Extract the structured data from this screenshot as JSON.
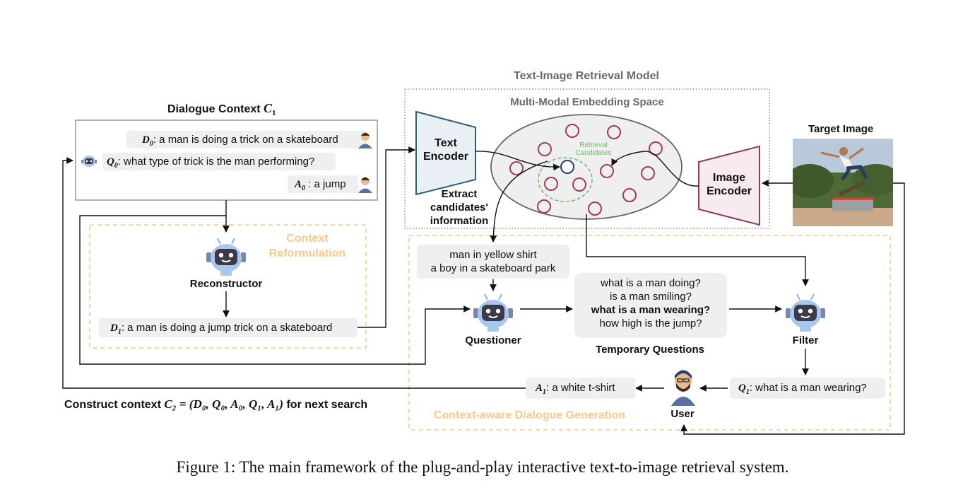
{
  "retrieval_model": {
    "title": "Text-Image Retrieval Model",
    "space_label": "Multi-Modal Embedding Space",
    "text_encoder": "Text\nEncoder",
    "image_encoder": "Image\nEncoder",
    "retrieval_candidates": "Retrieval\nCandidates",
    "extract_label": "Extract\ncandidates'\ninformation"
  },
  "dialogue_context": {
    "title": "Dialogue Context",
    "title_sym": "C",
    "title_sub": "1",
    "d0": {
      "sym": "D",
      "sub": "0",
      "text": ": a man is doing a trick on a skateboard"
    },
    "q0": {
      "sym": "Q",
      "sub": "0",
      "text": ": what type of trick is the man performing?"
    },
    "a0": {
      "sym": "A",
      "sub": "0",
      "text": " : a jump"
    }
  },
  "reformulation": {
    "label": "Context\nReformulation",
    "reconstructor": "Reconstructor",
    "d1": {
      "sym": "D",
      "sub": "1",
      "text": ": a man is doing a jump trick on a skateboard"
    }
  },
  "target_image": {
    "label": "Target Image"
  },
  "generation": {
    "candidates_info": "man in yellow shirt\na boy in a skateboard park",
    "questioner": "Questioner",
    "temporary_questions": [
      {
        "text": "what is a man doing?",
        "bold": false
      },
      {
        "text": "is a man smiling?",
        "bold": false
      },
      {
        "text": "what is a man wearing?",
        "bold": true
      },
      {
        "text": "how high is the jump?",
        "bold": false
      }
    ],
    "temporary_label": "Temporary Questions",
    "filter": "Filter",
    "q1": {
      "sym": "Q",
      "sub": "1",
      "text": ": what is a man wearing?"
    },
    "a1": {
      "sym": "A",
      "sub": "1",
      "text": ":  a white t-shirt"
    },
    "user": "User",
    "label": "Context-aware Dialogue Generation"
  },
  "construct": {
    "prefix": "Construct context",
    "formula": "C₂ = (D₀, Q₀, A₀, Q₁, A₁)",
    "suffix": "for next search"
  },
  "caption": "Figure 1: The main framework of the plug-and-play interactive text-to-image retrieval system."
}
